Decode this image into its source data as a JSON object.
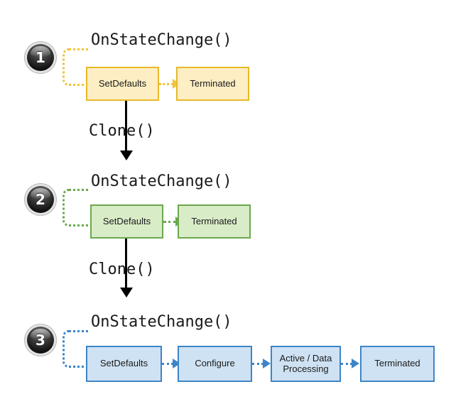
{
  "diagram": {
    "title_text": "OnStateChange()",
    "clone_text": "Clone()",
    "sections": [
      {
        "badge": "1",
        "badge_name": "step-badge-1",
        "color": "yellow",
        "hook_label": "OnStateChange()",
        "boxes": [
          {
            "label": "SetDefaults"
          },
          {
            "label": "Terminated"
          }
        ],
        "transition_label": "Clone()"
      },
      {
        "badge": "2",
        "badge_name": "step-badge-2",
        "color": "green",
        "hook_label": "OnStateChange()",
        "boxes": [
          {
            "label": "SetDefaults"
          },
          {
            "label": "Terminated"
          }
        ],
        "transition_label": "Clone()"
      },
      {
        "badge": "3",
        "badge_name": "step-badge-3",
        "color": "blue",
        "hook_label": "OnStateChange()",
        "boxes": [
          {
            "label": "SetDefaults"
          },
          {
            "label": "Configure"
          },
          {
            "label": "Active / Data Processing"
          },
          {
            "label": "Terminated"
          }
        ],
        "transition_label": ""
      }
    ],
    "colors": {
      "yellow_fill": "#fdeec3",
      "yellow_stroke": "#e8b828",
      "yellow_dotted": "#f0c33c",
      "green_fill": "#d9ecc8",
      "green_stroke": "#6aa84f",
      "blue_fill": "#cfe2f3",
      "blue_stroke": "#3d85c8",
      "arrow_black": "#000000",
      "background": "#ffffff"
    }
  }
}
